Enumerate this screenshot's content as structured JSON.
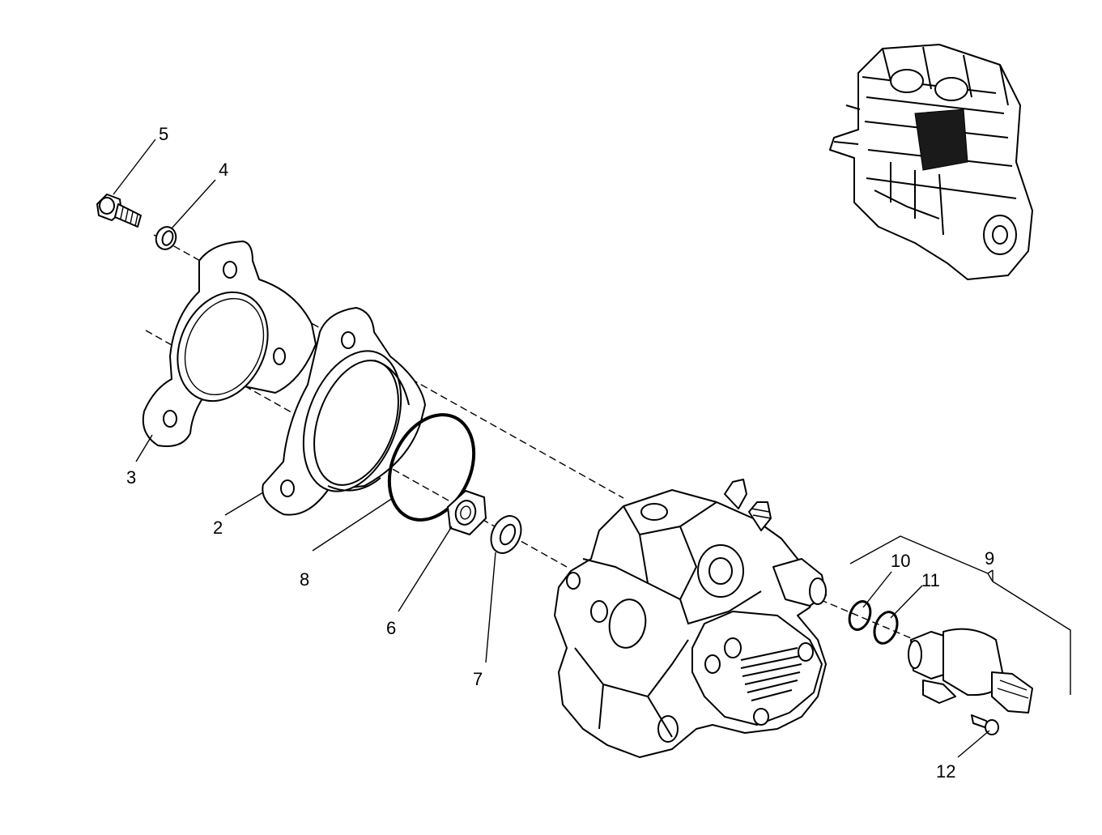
{
  "diagram": {
    "callouts": [
      {
        "id": "1",
        "label": "5"
      },
      {
        "id": "2",
        "label": "4"
      },
      {
        "id": "3",
        "label": "3"
      },
      {
        "id": "4",
        "label": "2"
      },
      {
        "id": "5",
        "label": "8"
      },
      {
        "id": "6",
        "label": "6"
      },
      {
        "id": "7",
        "label": "7"
      },
      {
        "id": "8",
        "label": "10"
      },
      {
        "id": "9",
        "label": "11"
      },
      {
        "id": "10",
        "label": "9"
      },
      {
        "id": "11",
        "label": "12"
      }
    ]
  },
  "colors": {
    "line": "#000000",
    "background": "#ffffff"
  }
}
